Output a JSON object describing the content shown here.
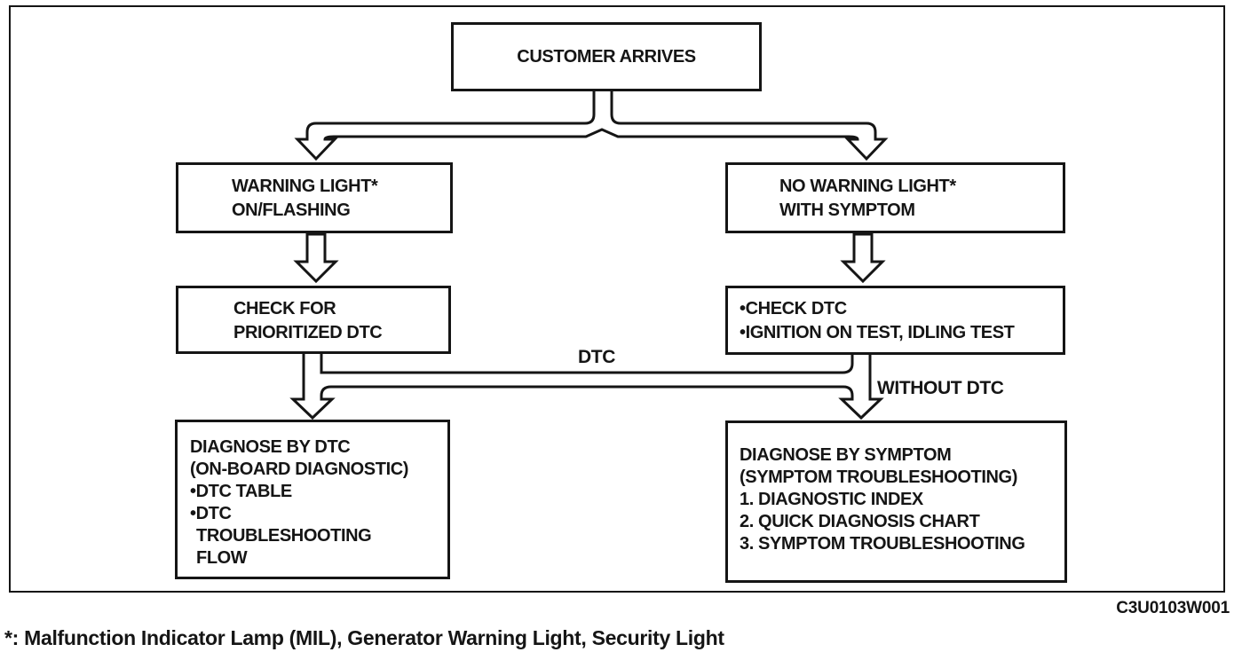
{
  "diagram": {
    "nodes": {
      "customer_arrives": {
        "label": "CUSTOMER ARRIVES"
      },
      "warning_light": {
        "lines": [
          "WARNING LIGHT*",
          "ON/FLASHING"
        ]
      },
      "no_warning_light": {
        "lines": [
          "NO WARNING LIGHT*",
          "WITH SYMPTOM"
        ]
      },
      "check_prioritized_dtc": {
        "lines": [
          "CHECK FOR",
          "PRIORITIZED DTC"
        ]
      },
      "check_dtc_tests": {
        "lines": [
          "•CHECK DTC",
          "•IGNITION ON TEST, IDLING TEST"
        ]
      },
      "diagnose_by_dtc": {
        "lines": [
          "DIAGNOSE BY DTC",
          "(ON-BOARD DIAGNOSTIC)",
          "•DTC TABLE",
          "•DTC",
          "TROUBLESHOOTING",
          "FLOW"
        ]
      },
      "diagnose_by_symptom": {
        "lines": [
          "DIAGNOSE BY SYMPTOM",
          "(SYMPTOM TROUBLESHOOTING)",
          "1. DIAGNOSTIC INDEX",
          "2. QUICK DIAGNOSIS CHART",
          "3. SYMPTOM TROUBLESHOOTING"
        ]
      }
    },
    "edge_labels": {
      "dtc": "DTC",
      "without_dtc": "WITHOUT DTC"
    },
    "figure_code": "C3U0103W001",
    "footnote": "*: Malfunction Indicator Lamp (MIL), Generator Warning Light, Security Light",
    "colors": {
      "line": "#151515",
      "background": "#ffffff"
    }
  }
}
